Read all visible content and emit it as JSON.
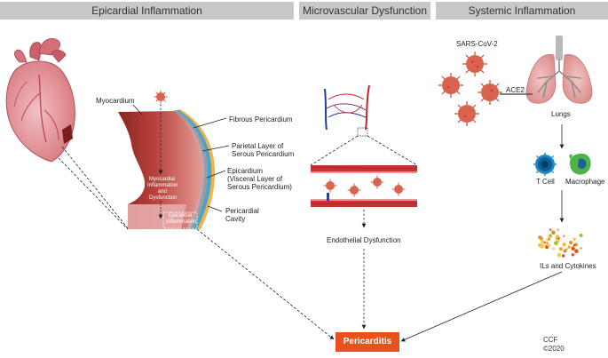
{
  "panels": {
    "epicardial": "Epicardial Inflammation",
    "microvascular": "Microvascular Dysfunction",
    "systemic": "Systemic Inflammation"
  },
  "labels": {
    "myocardium": "Myocardium",
    "fibrous": "Fibrous Pericardium",
    "parietal_1": "Parietal Layer of",
    "parietal_2": "Serous Pericardium",
    "epicardium_1": "Epicardium",
    "epicardium_2": "(Visceral Layer of",
    "epicardium_3": "Serous Pericardium)",
    "cavity_1": "Pericardial",
    "cavity_2": "Cavity",
    "myo_infl_1": "Myocardial",
    "myo_infl_2": "Inflammation",
    "myo_infl_3": "and",
    "myo_infl_4": "Dysfunction",
    "epi_infl_1": "Epicardial",
    "epi_infl_2": "Inflammation",
    "endothelial": "Endothelial Dysfunction",
    "sars": "SARS-CoV-2",
    "ace2": "ACE2",
    "lungs": "Lungs",
    "tcell": "T Cell",
    "macrophage": "Macrophage",
    "ils": "ILs and Cytokines"
  },
  "outcome": "Pericarditis",
  "credit_1": "CCF",
  "credit_2": "©2020",
  "colors": {
    "header_bg": "#c8c8c8",
    "outcome": "#e8501c",
    "virus": "#d9634e",
    "heart": "#e8a0a6",
    "vessel_red": "#c0262a",
    "vessel_blue": "#2c3e8f",
    "lung": "#e9a9a8"
  }
}
